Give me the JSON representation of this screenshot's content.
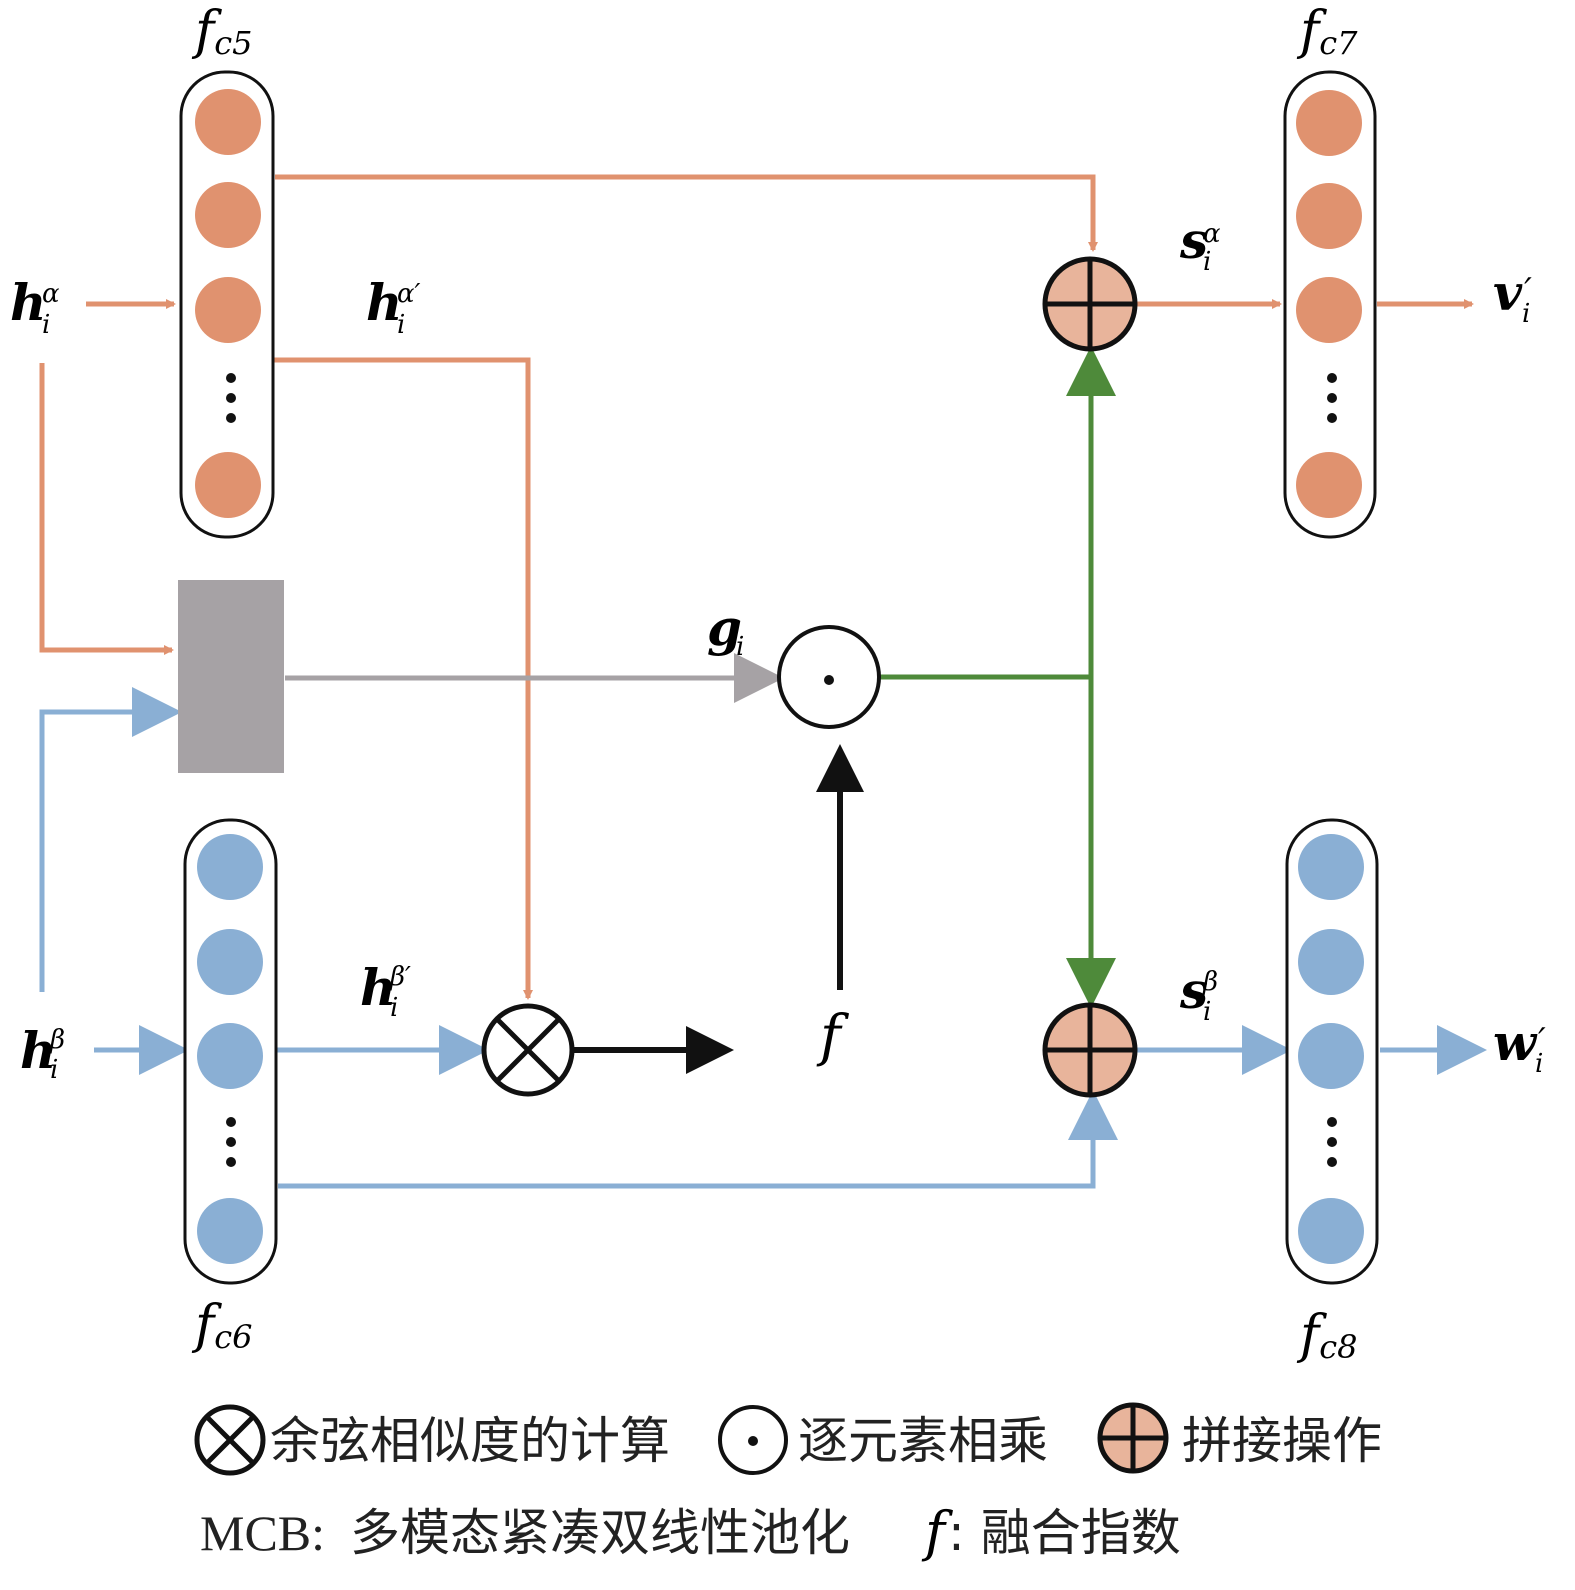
{
  "colors": {
    "alpha": "#e0926f",
    "beta": "#8aafd4",
    "gate": "#4e8a3a",
    "mcb": "#a6a2a5",
    "concat_fill": "#e8b49b",
    "ink": "#111111"
  },
  "layers": {
    "fc5": {
      "base": "f",
      "sub": "c5"
    },
    "fc6": {
      "base": "f",
      "sub": "c6"
    },
    "fc7": {
      "base": "f",
      "sub": "c7"
    },
    "fc8": {
      "base": "f",
      "sub": "c8"
    }
  },
  "labels": {
    "h_alpha": {
      "base": "h",
      "sup": "α",
      "sub": "i"
    },
    "h_alpha_prime": {
      "base": "h",
      "sup": "α′",
      "sub": "i"
    },
    "h_beta": {
      "base": "h",
      "sup": "β",
      "sub": "i"
    },
    "h_beta_prime": {
      "base": "h",
      "sup": "β′",
      "sub": "i"
    },
    "g": {
      "base": "g",
      "sub": "i"
    },
    "f": "f",
    "s_alpha": {
      "base": "s",
      "sup": "α",
      "sub": "i"
    },
    "s_beta": {
      "base": "s",
      "sup": "β",
      "sub": "i"
    },
    "v_out": {
      "base": "v",
      "sup": "′",
      "sub": "i"
    },
    "w_out": {
      "base": "w",
      "sup": "′",
      "sub": "i"
    }
  },
  "legend": {
    "cosine": "余弦相似度的计算",
    "elementwise": "逐元素相乘",
    "concat": "拼接操作",
    "mcb_key": "MCB:",
    "mcb_text": "多模态紧凑双线性池化",
    "f_key": "f",
    "f_text": ": 融合指数"
  },
  "icons": {
    "cosine": "circled-times-icon",
    "elementwise": "circled-dot-icon",
    "concat": "circled-plus-icon"
  }
}
